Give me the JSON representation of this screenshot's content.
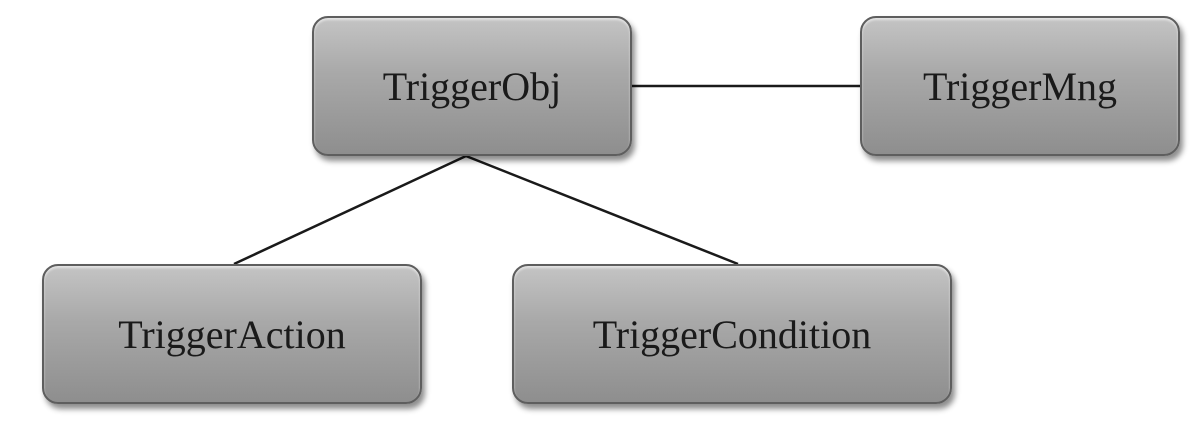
{
  "nodes": {
    "obj": {
      "label": "TriggerObj"
    },
    "mng": {
      "label": "TriggerMng"
    },
    "action": {
      "label": "TriggerAction"
    },
    "condition": {
      "label": "TriggerCondition"
    }
  },
  "edges": [
    {
      "from": "obj",
      "to": "mng"
    },
    {
      "from": "obj",
      "to": "action"
    },
    {
      "from": "obj",
      "to": "condition"
    }
  ],
  "colors": {
    "box_border": "#5e5e5e",
    "box_fill_top": "#c4c4c4",
    "box_fill_bottom": "#8e8e8e",
    "line": "#1a1a1a",
    "text": "#1a1a1a"
  }
}
